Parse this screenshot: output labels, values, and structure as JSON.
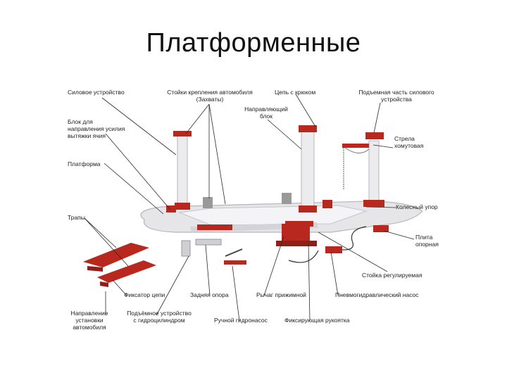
{
  "title": "Платформенные",
  "labels": {
    "power_device": "Силовое устройство",
    "fixing_racks": "Стойки крепления автомобиля\n(Захваты)",
    "chain_hook": "Цепь с крюком",
    "lifting_part": "Подъемная часть силового\nустройства",
    "guide_block": "Направляющий\nблок",
    "pull_direction_block": "Блок для\nнаправления усилия\nвытяжки ячия",
    "clamp_arm": "Стрела\nхомутовая",
    "platform": "Платформа",
    "corner_stop": "Колесный упор",
    "ramps": "Трапы",
    "support_plate": "Плита\nопорная",
    "adjustable_rack": "Стойка регулируемая",
    "chain_lock": "Фиксатор цепи",
    "rear_support": "Задняя опора",
    "pinch_lever": "Рычаг прижимной",
    "pneumo_pump": "Пневмогидравлический насос",
    "car_guide": "Направление\nустановки\nавтомобиля",
    "hydro_lift": "Подъёмное устройство\nс гидроцилиндром",
    "manual_pump": "Ручной гидронасос",
    "fix_handle": "Фиксирующая рукоятка"
  },
  "colors": {
    "accent": "#b8281e",
    "frame": "#e6e6e9",
    "frame_edge": "#b5b5bb",
    "leader": "#2b2b2b"
  }
}
